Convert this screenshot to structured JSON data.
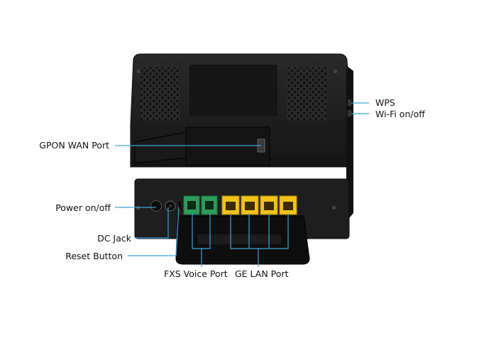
{
  "labels": {
    "gpon_wan_port": "GPON WAN Port",
    "power_onoff": "Power on/off",
    "dc_jack": "DC Jack",
    "reset_button": "Reset Button",
    "fxs_voice_port": "FXS Voice Port",
    "ge_lan_port": "GE LAN Port",
    "wps": "WPS",
    "wifi_onoff": "Wi-Fi on/off"
  },
  "colors": {
    "device_body": "#1c1c1c",
    "leader_line": "#3aa3d8",
    "fxs_port": "#2e9c5a",
    "lan_port": "#f2c21b"
  },
  "counts": {
    "fxs_ports": 2,
    "lan_ports": 4
  }
}
